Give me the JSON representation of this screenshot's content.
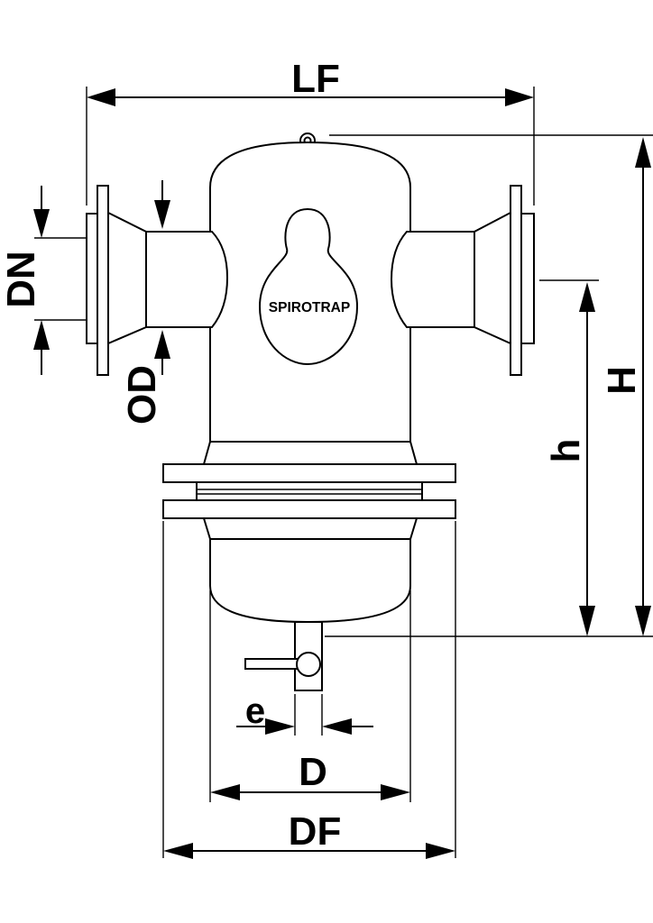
{
  "brand_label": "SPIROTRAP",
  "dimensions": {
    "lf": "LF",
    "dn": "DN",
    "od": "OD",
    "h_upper": "H",
    "h_lower": "h",
    "e": "e",
    "d": "D",
    "df": "DF"
  },
  "colors": {
    "line": "#000000",
    "background": "#ffffff"
  }
}
